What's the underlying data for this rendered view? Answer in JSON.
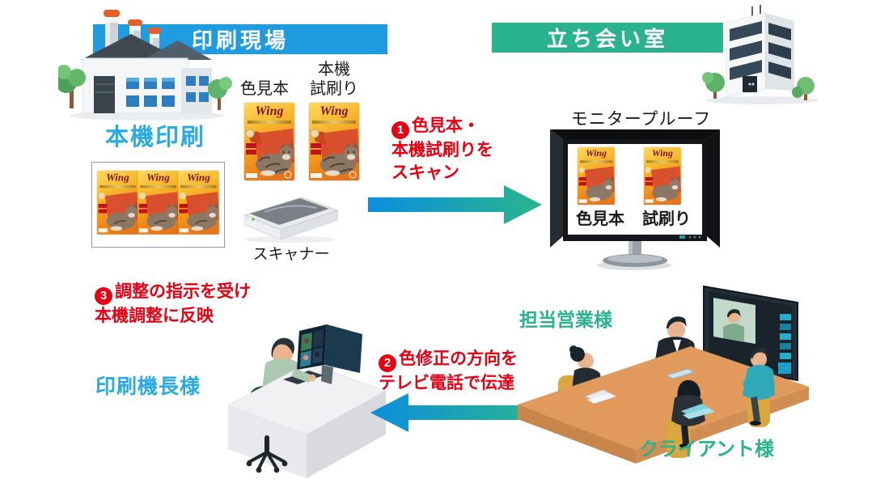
{
  "banners": {
    "print_site": "印刷現場",
    "meeting_room": "立ち会い室"
  },
  "labels": {
    "color_sample": "色見本",
    "machine_test_print_l1": "本機",
    "machine_test_print_l2": "試刷り",
    "machine_print": "本機印刷",
    "scanner": "スキャナー",
    "monitor_proof": "モニタープルーフ",
    "monitor_color_sample": "色見本",
    "monitor_test_print": "試刷り",
    "sales_rep": "担当営業様",
    "client": "クライアント様",
    "press_operator": "印刷機長様"
  },
  "steps": {
    "s1": {
      "num": "1",
      "l1": "色見本・",
      "l2": "本機試刷りを",
      "l3": "スキャン"
    },
    "s2": {
      "num": "2",
      "l1": "色修正の方向を",
      "l2": "テレビ電話で伝達"
    },
    "s3": {
      "num": "3",
      "l1": "調整の指示を受け",
      "l2": "本機調整に反映"
    }
  },
  "package": {
    "brand": "Wing"
  },
  "colors": {
    "banner_blue": "#1E9BE1",
    "banner_green": "#2AB28F",
    "step_red": "#E60012",
    "accent_blue": "#29ABE2",
    "accent_green": "#2AB28F",
    "arrow_blue": "#0A8FDE",
    "arrow_green": "#2BB58C"
  }
}
